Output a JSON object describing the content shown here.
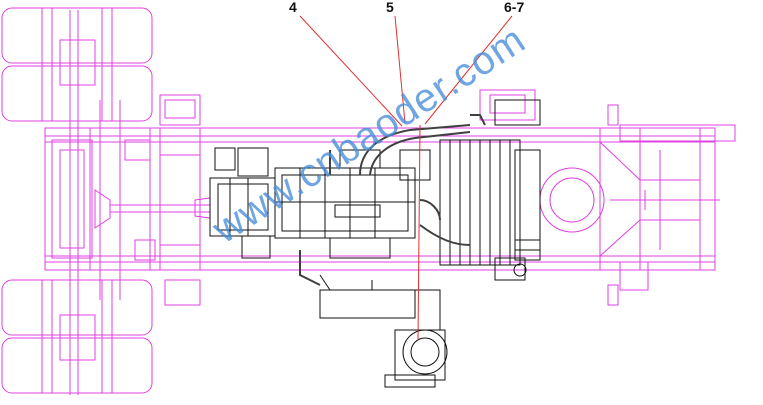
{
  "callouts": [
    {
      "id": "c4",
      "label": "4"
    },
    {
      "id": "c5",
      "label": "5"
    },
    {
      "id": "c67",
      "label": "6-7"
    }
  ],
  "watermark": "www.cnbaoder.com",
  "colors": {
    "chassis": "#e040e0",
    "engine": "#111111",
    "pipe": "#404040",
    "leader": "#e03030",
    "watermark": "#468cd7"
  }
}
